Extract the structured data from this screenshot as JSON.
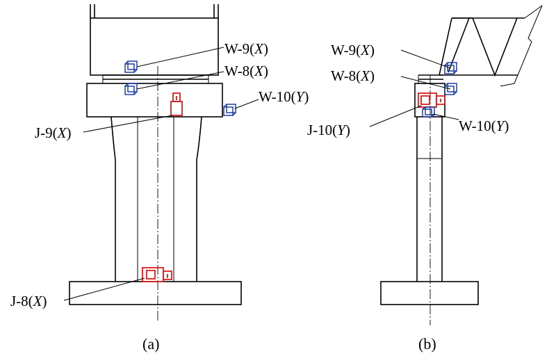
{
  "figure": {
    "panel_a": {
      "caption": "(a)",
      "labels": {
        "w9": {
          "prefix": "W-9(",
          "axis": "X",
          "suffix": ")"
        },
        "w8": {
          "prefix": "W-8(",
          "axis": "X",
          "suffix": ")"
        },
        "w10": {
          "prefix": "W-10(",
          "axis": "Y",
          "suffix": ")"
        },
        "j9": {
          "prefix": "J-9(",
          "axis": "X",
          "suffix": ")"
        },
        "j8": {
          "prefix": "J-8(",
          "axis": "X",
          "suffix": ")"
        }
      }
    },
    "panel_b": {
      "caption": "(b)",
      "labels": {
        "w9": {
          "prefix": "W-9(",
          "axis": "X",
          "suffix": ")"
        },
        "w8": {
          "prefix": "W-8(",
          "axis": "X",
          "suffix": ")"
        },
        "j10": {
          "prefix": "J-10(",
          "axis": "Y",
          "suffix": ")"
        },
        "w10": {
          "prefix": "W-10(",
          "axis": "Y",
          "suffix": ")"
        }
      }
    },
    "colors": {
      "w_sensor": "#1f3ea6",
      "j_sensor": "#e01b1b",
      "structure": "#000000"
    },
    "icons": {
      "w_sensor": "blue-cube-sensor-icon",
      "j_sensor": "red-accelerometer-sensor-icon"
    }
  }
}
